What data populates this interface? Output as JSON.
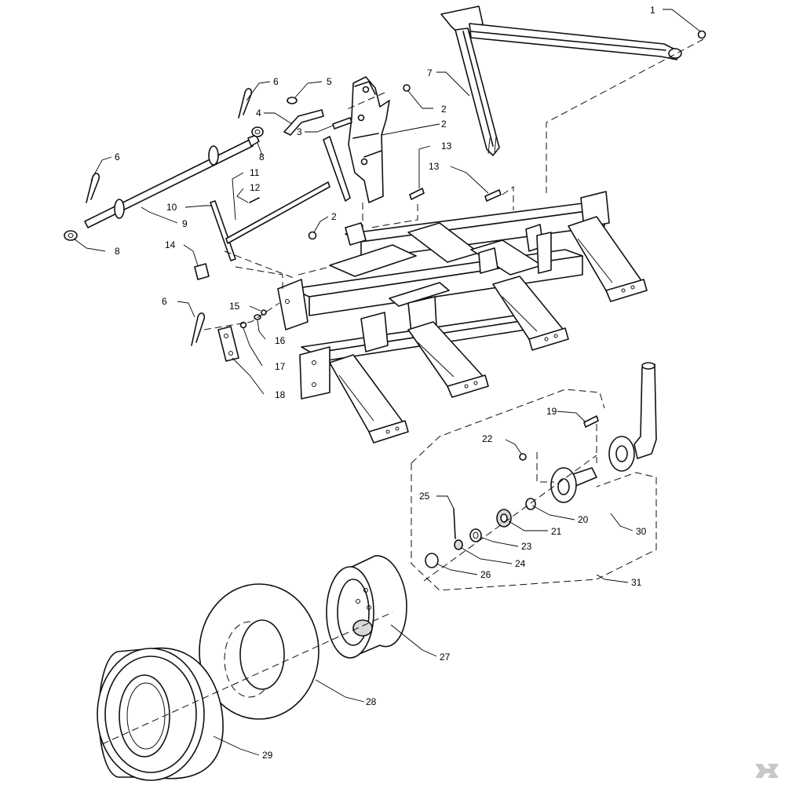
{
  "callouts": [
    {
      "text": "1"
    },
    {
      "text": "2"
    },
    {
      "text": "2"
    },
    {
      "text": "2"
    },
    {
      "text": "3"
    },
    {
      "text": "4"
    },
    {
      "text": "5"
    },
    {
      "text": "6"
    },
    {
      "text": "6"
    },
    {
      "text": "6"
    },
    {
      "text": "7"
    },
    {
      "text": "8"
    },
    {
      "text": "8"
    },
    {
      "text": "9"
    },
    {
      "text": "10"
    },
    {
      "text": "11"
    },
    {
      "text": "12"
    },
    {
      "text": "13"
    },
    {
      "text": "13"
    },
    {
      "text": "14"
    },
    {
      "text": "15"
    },
    {
      "text": "16"
    },
    {
      "text": "17"
    },
    {
      "text": "18"
    },
    {
      "text": "19"
    },
    {
      "text": "20"
    },
    {
      "text": "21"
    },
    {
      "text": "22"
    },
    {
      "text": "23"
    },
    {
      "text": "24"
    },
    {
      "text": "25"
    },
    {
      "text": "26"
    },
    {
      "text": "27"
    },
    {
      "text": "28"
    },
    {
      "text": "29"
    },
    {
      "text": "30"
    },
    {
      "text": "31"
    }
  ],
  "logo": {
    "icon": "k-brand-logo-icon",
    "color": "#c8c8c8"
  }
}
